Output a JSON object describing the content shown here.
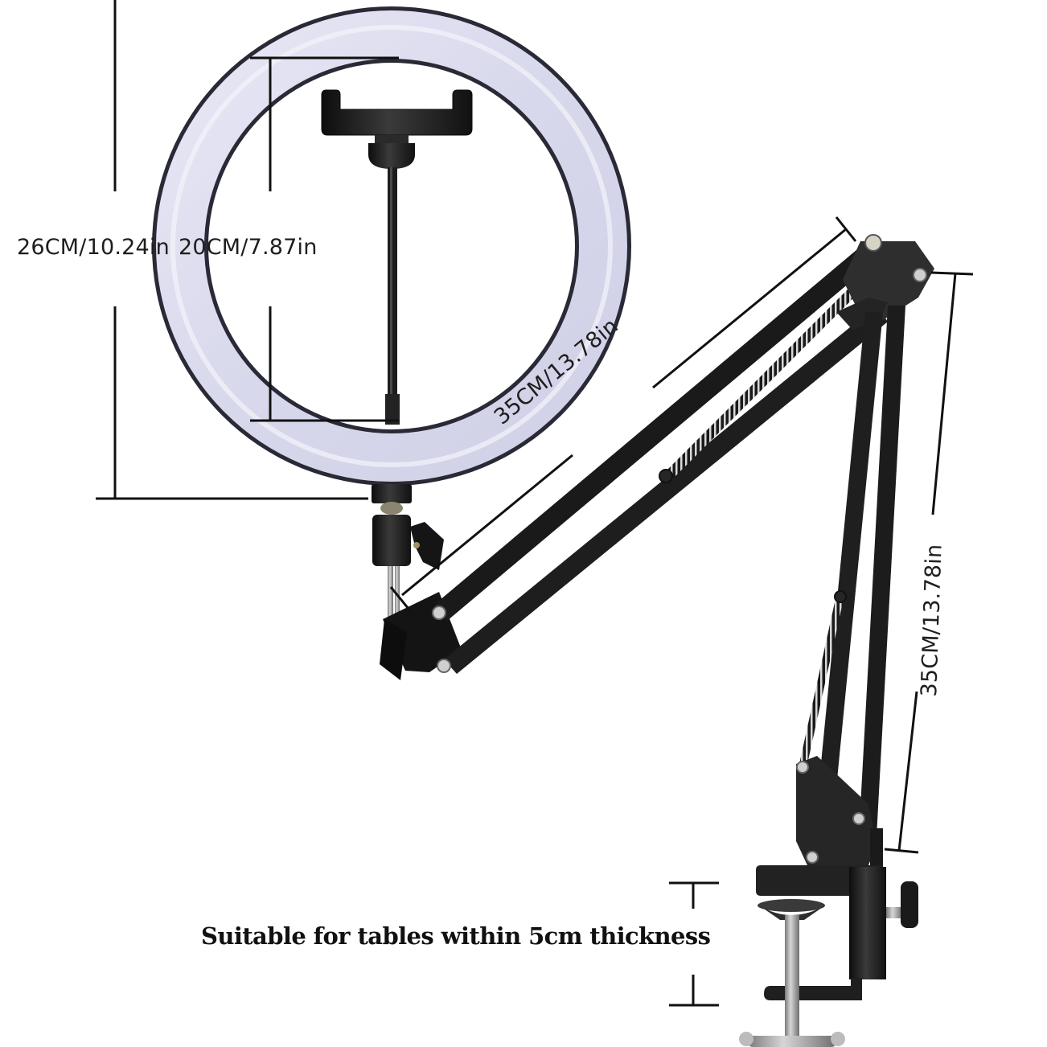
{
  "diagram": {
    "subject": "Ring light with swing-arm desk clamp stand",
    "colors": {
      "background": "#ffffff",
      "ring_light": "#dcdcef",
      "ring_edge": "#2a2a36",
      "metal_black": "#1a1a1a",
      "arm_gray": "#2b2b2b",
      "steel": "#a8a8a8",
      "dimension_line": "#111111",
      "text": "#1e1e1e"
    },
    "dimensions": {
      "ring_outer_diameter": "26CM/10.24in",
      "ring_inner_diameter": "20CM/7.87in",
      "upper_arm_length": "35CM/13.78in",
      "lower_arm_length": "35CM/13.78in",
      "clamp_caption": "Suitable for tables within 5cm thickness"
    },
    "components": [
      "ring-light",
      "phone-holder",
      "gooseneck",
      "ball-head",
      "upper-arm",
      "springs",
      "elbow-joint",
      "lower-arm",
      "base-joint",
      "desk-clamp",
      "clamp-knob",
      "clamp-screw"
    ]
  }
}
